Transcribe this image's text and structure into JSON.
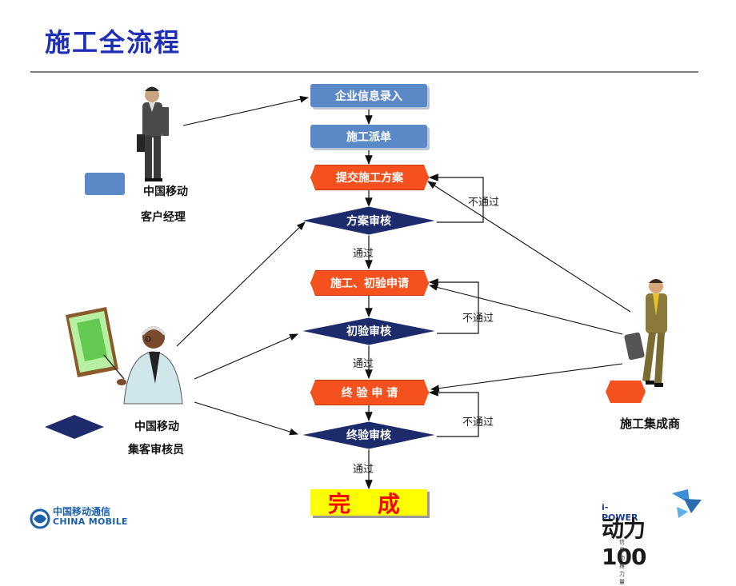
{
  "page": {
    "title": "施工全流程"
  },
  "flow": {
    "step1": "企业信息录入",
    "step2": "施工派单",
    "step3": "提交施工方案",
    "review1": "方案审核",
    "step4": "施工、初验申请",
    "review2": "初验审核",
    "step5": "终 验 申 请",
    "review3": "终验审核",
    "done": "完 成"
  },
  "edges": {
    "pass1": "通过",
    "pass2": "通过",
    "pass3": "通过",
    "fail1": "不通过",
    "fail2": "不通过",
    "fail3": "不通过"
  },
  "actors": {
    "manager_company": "中国移动",
    "manager_role": "客户经理",
    "auditor_company": "中国移动",
    "auditor_role": "集客审核员",
    "integrator": "施工集成商"
  },
  "logos": {
    "cm_zh": "中国移动通信",
    "cm_en": "CHINA MOBILE",
    "ipower": "i-POWER",
    "dongli": "动力100",
    "slogan": "信息助推力量"
  },
  "colors": {
    "title": "#1f2fb5",
    "blue_box": "#5b88c7",
    "orange_box": "#f4511e",
    "diamond": "#1d2a6b",
    "done_bg": "#ffff00",
    "done_text": "#ff0000"
  }
}
